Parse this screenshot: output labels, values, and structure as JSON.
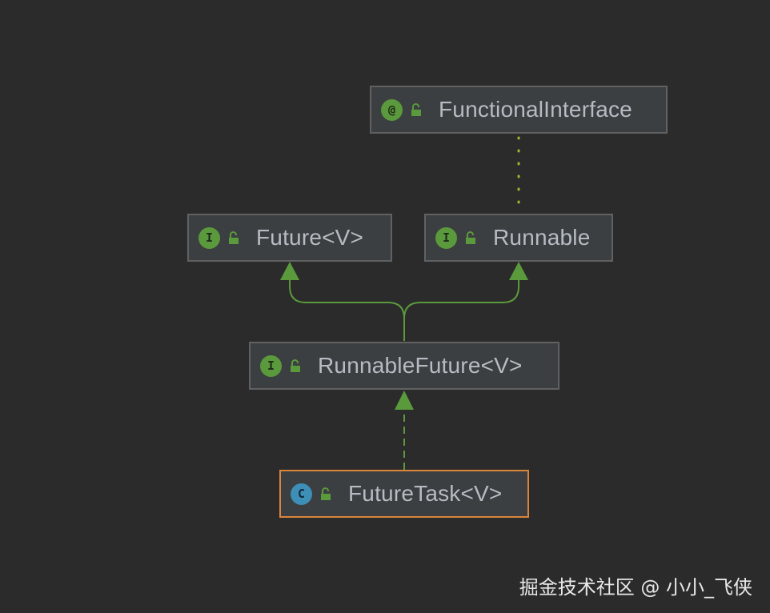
{
  "nodes": {
    "functional_interface": {
      "badge": "@",
      "label": "FunctionalInterface"
    },
    "future": {
      "badge": "I",
      "label": "Future<V>"
    },
    "runnable": {
      "badge": "I",
      "label": "Runnable"
    },
    "runnable_future": {
      "badge": "I",
      "label": "RunnableFuture<V>"
    },
    "future_task": {
      "badge": "C",
      "label": "FutureTask<V>"
    }
  },
  "colors": {
    "background": "#2b2b2b",
    "node_fill": "#3c3f41",
    "node_border": "#616161",
    "selected_border": "#d9853b",
    "edge_green": "#5a9a3c",
    "annotation_dots": "#a8b12e",
    "class_badge": "#3d8fb8"
  },
  "edges": [
    {
      "from": "runnable_future",
      "to": "future",
      "style": "solid-arrow"
    },
    {
      "from": "runnable_future",
      "to": "runnable",
      "style": "solid-arrow"
    },
    {
      "from": "future_task",
      "to": "runnable_future",
      "style": "dashed-arrow"
    },
    {
      "from": "runnable",
      "to": "functional_interface",
      "style": "dotted"
    }
  ],
  "watermark": "掘金技术社区 @ 小小_飞侠"
}
